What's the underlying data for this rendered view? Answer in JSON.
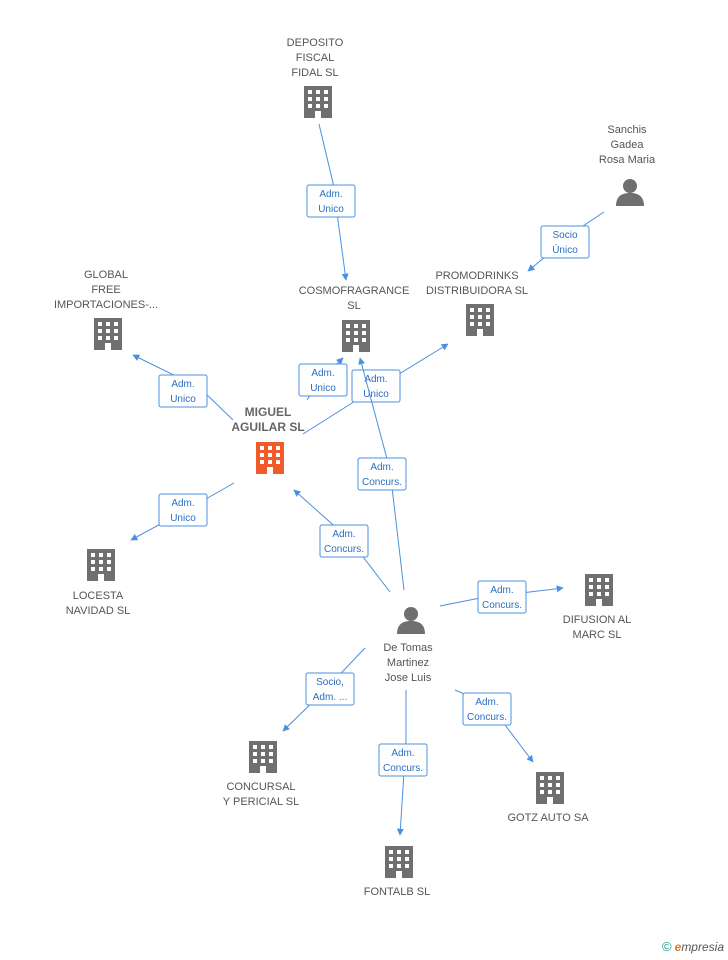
{
  "colors": {
    "company": "#6f6f6f",
    "main_company": "#f15a29",
    "person": "#6f6f6f",
    "edge": "#4a90e2",
    "edge_text": "#2a6fc2"
  },
  "nodes": [
    {
      "id": "deposito",
      "type": "company",
      "label": [
        "DEPOSITO",
        "FISCAL",
        "FIDAL SL"
      ]
    },
    {
      "id": "sanchis",
      "type": "person",
      "label": [
        "Sanchis",
        "Gadea",
        "Rosa Maria"
      ]
    },
    {
      "id": "global",
      "type": "company",
      "label": [
        "GLOBAL",
        "FREE",
        "IMPORTACIONES-..."
      ]
    },
    {
      "id": "cosmo",
      "type": "company",
      "label": [
        "COSMOFRAGRANCE",
        "SL"
      ]
    },
    {
      "id": "promodrinks",
      "type": "company",
      "label": [
        "PROMODRINKS",
        "DISTRIBUIDORA SL"
      ]
    },
    {
      "id": "miguel",
      "type": "main",
      "label": [
        "MIGUEL",
        "AGUILAR SL"
      ]
    },
    {
      "id": "locesta",
      "type": "company",
      "label": [
        "LOCESTA",
        "NAVIDAD SL"
      ]
    },
    {
      "id": "difusion",
      "type": "company",
      "label": [
        "DIFUSION AL",
        "MARC SL"
      ]
    },
    {
      "id": "detomas",
      "type": "person",
      "label": [
        "De Tomas",
        "Martinez",
        "Jose Luis"
      ]
    },
    {
      "id": "concursal",
      "type": "company",
      "label": [
        "CONCURSAL",
        "Y PERICIAL  SL"
      ]
    },
    {
      "id": "gotz",
      "type": "company",
      "label": [
        "GOTZ AUTO SA"
      ]
    },
    {
      "id": "fontalb",
      "type": "company",
      "label": [
        "FONTALB SL"
      ]
    }
  ],
  "edges": [
    {
      "from": "deposito",
      "to": "cosmo",
      "label": [
        "Adm.",
        "Unico"
      ]
    },
    {
      "from": "sanchis",
      "to": "promodrinks",
      "label": [
        "Socio",
        "Único"
      ]
    },
    {
      "from": "miguel",
      "to": "global",
      "label": [
        "Adm.",
        "Unico"
      ]
    },
    {
      "from": "miguel",
      "to": "cosmo",
      "label": [
        "Adm.",
        "Unico"
      ]
    },
    {
      "from": "miguel",
      "to": "promodrinks",
      "label": [
        "Adm.",
        "Unico"
      ]
    },
    {
      "from": "miguel",
      "to": "locesta",
      "label": [
        "Adm.",
        "Unico"
      ]
    },
    {
      "from": "detomas",
      "to": "cosmo",
      "label": [
        "Adm.",
        "Concurs."
      ]
    },
    {
      "from": "detomas",
      "to": "miguel",
      "label": [
        "Adm.",
        "Concurs."
      ]
    },
    {
      "from": "detomas",
      "to": "difusion",
      "label": [
        "Adm.",
        "Concurs."
      ]
    },
    {
      "from": "detomas",
      "to": "concursal",
      "label": [
        "Socio,",
        "Adm. ..."
      ]
    },
    {
      "from": "detomas",
      "to": "gotz",
      "label": [
        "Adm.",
        "Concurs."
      ]
    },
    {
      "from": "detomas",
      "to": "fontalb",
      "label": [
        "Adm.",
        "Concurs."
      ]
    }
  ],
  "brand": {
    "copyright": "©",
    "initial": "e",
    "name": "mpresia"
  }
}
